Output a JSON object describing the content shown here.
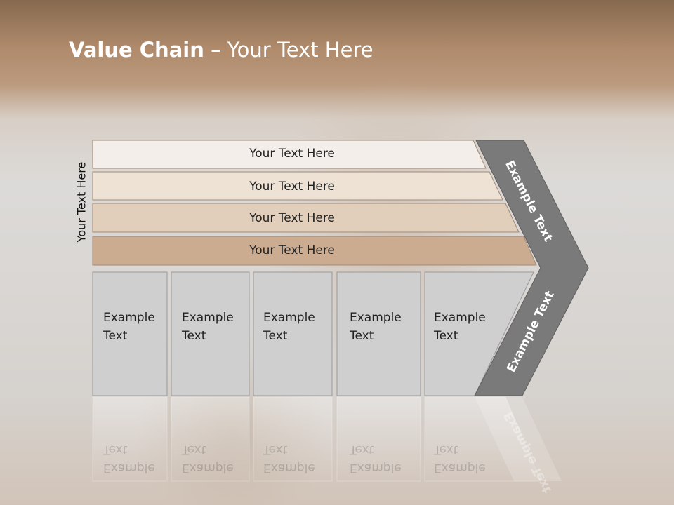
{
  "slide": {
    "title_bold": "Value Chain",
    "title_rest": " – Your Text Here",
    "vertical_label": "Your Text Here",
    "bars": [
      {
        "label": "Your Text Here",
        "fill": "#f3eeea"
      },
      {
        "label": "Your Text Here",
        "fill": "#eee2d5"
      },
      {
        "label": "Your Text Here",
        "fill": "#e2cfbb"
      },
      {
        "label": "Your Text Here",
        "fill": "#ccac90"
      }
    ],
    "cells": [
      {
        "line1": "Example",
        "line2": "Text"
      },
      {
        "line1": "Example",
        "line2": "Text"
      },
      {
        "line1": "Example",
        "line2": "Text"
      },
      {
        "line1": "Example",
        "line2": "Text"
      },
      {
        "line1": "Example",
        "line2": "Text"
      }
    ],
    "arrow": {
      "top_label": "Example Text",
      "bottom_label": "Example Text",
      "fill": "#7a7a7a"
    },
    "colors": {
      "cell_fill": "#cfcfcf",
      "cell_stroke": "#999999",
      "title": "#ffffff"
    }
  }
}
